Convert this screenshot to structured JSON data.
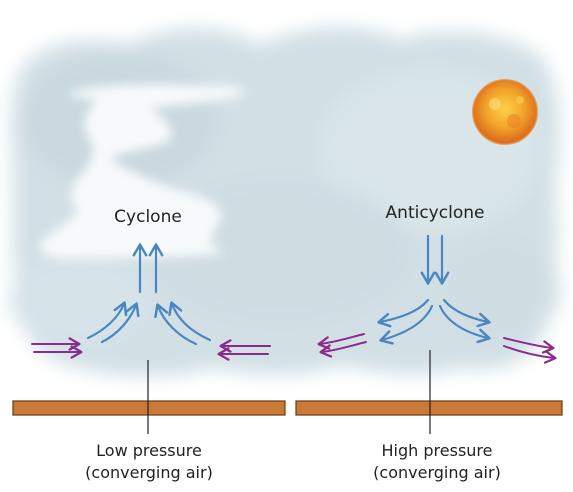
{
  "labels": {
    "cyclone": "Cyclone",
    "anticyclone": "Anticyclone",
    "left_caption_line1": "Low pressure",
    "left_caption_line2": "(converging air)",
    "right_caption_line1": "High pressure",
    "right_caption_line2": "(converging air)"
  },
  "colors": {
    "sky": "#d4e2e6",
    "cloud": "#f6f9fa",
    "ground": "#c97a37",
    "ground_edge": "#6a3a12",
    "blue_arrow": "#4a86c0",
    "purple_arrow": "#8a2c8c",
    "sun_outer": "#e8801c",
    "sun_inner": "#f7b733"
  },
  "icons": {
    "sun": "sun-icon"
  }
}
